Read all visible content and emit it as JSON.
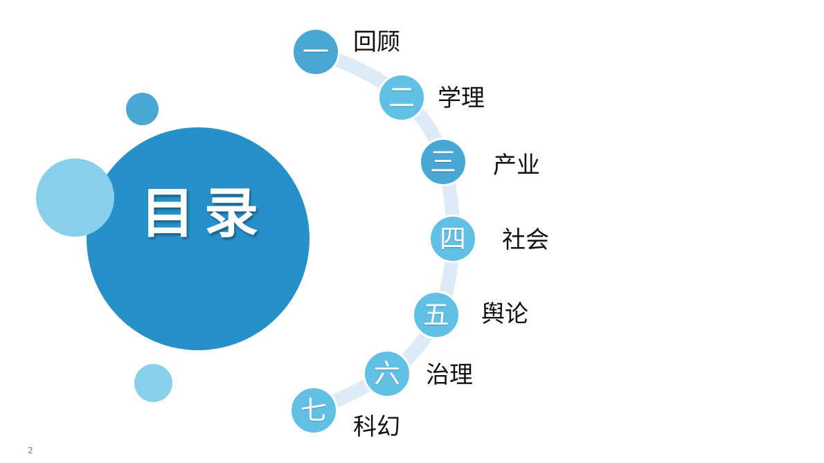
{
  "slide": {
    "title": "目录",
    "page_number": "2",
    "colors": {
      "main_circle": "#2690C8",
      "accent_dark": "#4AA6D2",
      "accent_light": "#62C0E4",
      "pale_circle": "#88CFE9",
      "arc": "#DDEBF7"
    },
    "items": [
      {
        "numeral": "一",
        "label": "回顾"
      },
      {
        "numeral": "二",
        "label": "学理"
      },
      {
        "numeral": "三",
        "label": "产业"
      },
      {
        "numeral": "四",
        "label": "社会"
      },
      {
        "numeral": "五",
        "label": "舆论"
      },
      {
        "numeral": "六",
        "label": "治理"
      },
      {
        "numeral": "七",
        "label": "科幻"
      }
    ]
  }
}
